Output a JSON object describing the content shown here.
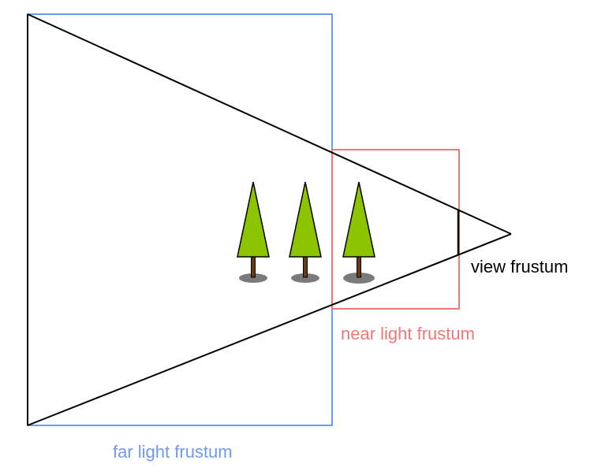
{
  "labels": {
    "view_frustum": "view frustum",
    "near_light_frustum": "near light frustum",
    "far_light_frustum": "far light frustum"
  },
  "colors": {
    "view_frustum": "#000000",
    "near_light_frustum": "#f07878",
    "far_light_frustum": "#6e9af0",
    "tree_foliage": "#8cc400",
    "tree_trunk": "#6b3a10",
    "tree_shadow": "#7a7a7a"
  },
  "icons": [
    "tree-icon"
  ]
}
